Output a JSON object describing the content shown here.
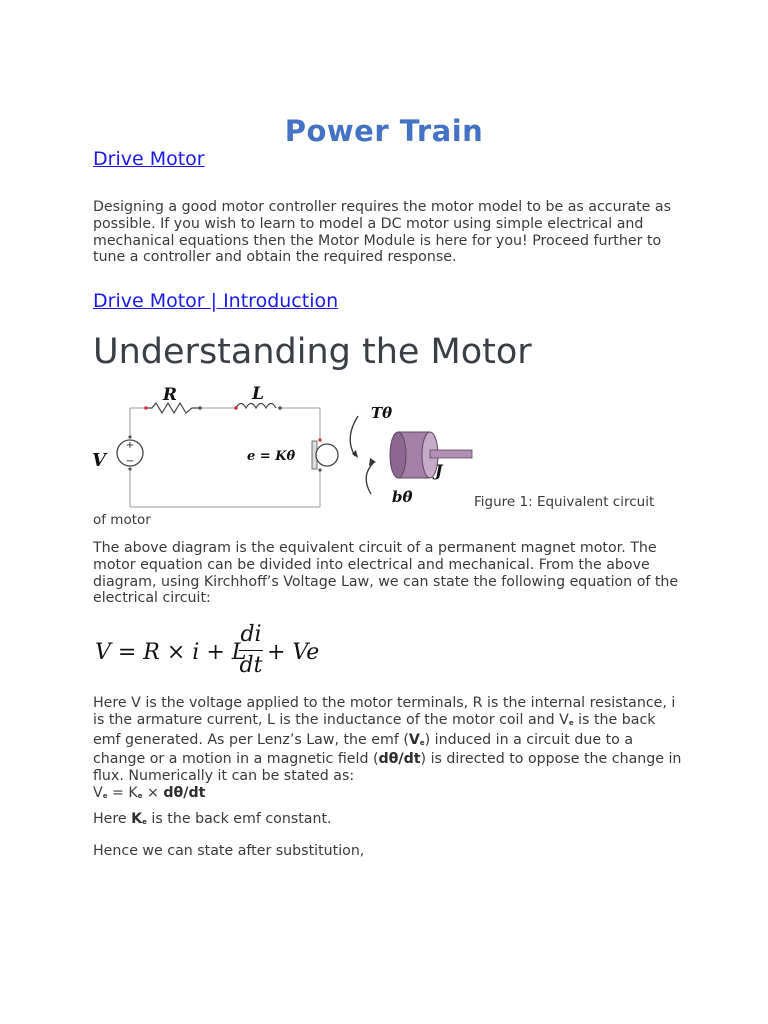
{
  "header": {
    "title": "Power Train",
    "link_drive_motor": "Drive Motor",
    "link_introduction": "Drive Motor | Introduction"
  },
  "intro": {
    "text": "Designing a good motor controller requires the motor model to be as accurate as possible. If you wish to learn to model a DC motor using simple electrical and mechanical equations then the Motor Module is here for you! Proceed further to tune a controller and obtain the required response."
  },
  "section": {
    "heading": "Understanding the Motor"
  },
  "figure": {
    "label_R": "R",
    "label_L": "L",
    "label_V": "V",
    "label_plus": "+",
    "label_minus": "−",
    "label_e": "e = Kθ̇",
    "label_T": "Tθ",
    "label_b": "bθ̇",
    "label_J": "J",
    "caption_line1": "Figure 1: Equivalent circuit",
    "caption_line2": "of motor"
  },
  "body": {
    "para1": "The above diagram is the equivalent circuit of a permanent magnet motor. The motor equation can be divided into electrical and mechanical. From the above diagram, using Kirchhoff’s Voltage Law, we can state the following equation of the electrical circuit:",
    "equation_lhs": "V = R × i + L",
    "equation_num": "di",
    "equation_den": "dt",
    "equation_rhs": "+ Ve",
    "para2_a": "Here V is the voltage applied to the motor terminals, R is the internal resistance, i is the armature current, L is the inductance of the motor coil and V",
    "para2_sub": "e",
    "para2_b": " is the back emf generated. As per Lenz’s Law, the emf (",
    "para2_bold_v": "V",
    "para2_bold_sub": "e",
    "para2_c": ") induced in a circuit due to a change or a motion in a magnetic field (",
    "para2_bold_dtheta": "dθ/dt",
    "para2_d": ") is directed to oppose the change in flux. Numerically it can be stated as:",
    "para2_line_v": "V",
    "para2_line_sub1": "e",
    "para2_line_mid": " = K",
    "para2_line_sub2": "e",
    "para2_line_times": " × ",
    "para2_line_bold": "dθ/dt",
    "para3_a": "Here ",
    "para3_bold": "K",
    "para3_bold_sub": "e",
    "para3_b": " is the back emf constant.",
    "para4": "Hence we can state after substitution,"
  }
}
